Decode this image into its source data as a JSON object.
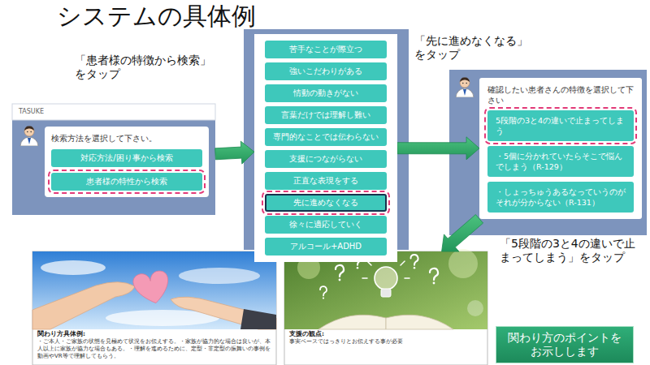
{
  "diagram": {
    "title": "システムの具体例",
    "nodes": [
      {
        "text": [
          "TASUKE"
        ]
      },
      {
        "text": [
          "検索方法を選択して下さい。"
        ],
        "in": 0
      },
      {
        "text": [
          "対応方法/困り事から検索"
        ],
        "in": 1
      },
      {
        "text": [
          "患者様の特性から検索"
        ],
        "in": 1
      },
      {
        "text": []
      },
      {
        "text": [
          "苦手なことが際立つ"
        ],
        "in": 4
      },
      {
        "text": [
          "強いこだわりがある"
        ],
        "in": 4
      },
      {
        "text": [
          "情動の動きがない"
        ],
        "in": 4
      },
      {
        "text": [
          "言葉だけでは理解し難い"
        ],
        "in": 4
      },
      {
        "text": [
          "専門的なことでは伝わらない"
        ],
        "in": 4
      },
      {
        "text": [
          "支援につながらない"
        ],
        "in": 4
      },
      {
        "text": [
          "正直な表現をする"
        ],
        "in": 4
      },
      {
        "text": [
          "先に進めなくなる"
        ],
        "in": 4
      },
      {
        "text": [
          "徐々に適応していく"
        ],
        "in": 4
      },
      {
        "text": [
          "アルコール+ADHD"
        ],
        "in": 4
      },
      {
        "text": [
          "確認したい患者さんの特徴を選択して下さい"
        ]
      },
      {
        "text": [
          "5段階の3と4の違いで止まってしまう"
        ],
        "in": 15
      },
      {
        "text": [
          "・5個に分かれていたらそこで悩んでしまう（R-129）"
        ],
        "in": 15
      },
      {
        "text": [
          "・しょっちゅうあるなっていうのがそれが分からない（R-131）"
        ],
        "in": 15
      },
      {
        "text": [
          "関わり方具体例:",
          "・ご本人・ご家族の状態を見極めて状況をお伝えする。・家族が協力的な場合は良いが、本人以上に家族が協力な場合もある。・理解を進めるために、定型・非定型の振舞いの事例を動画やVR等で理解してもらう。"
        ]
      },
      {
        "text": [
          "支援の観点:",
          "事実ベースではっきりとお伝えする事が必要"
        ]
      },
      {
        "text": [
          "関わり方のポイントを お示しします"
        ]
      }
    ],
    "edges": [
      {
        "from": 0,
        "to": 4,
        "arrow": "to"
      },
      {
        "from": 4,
        "to": 15,
        "arrow": "to"
      },
      {
        "from": 15,
        "to": 20,
        "arrow": "to"
      }
    ],
    "labels": [
      "「患者様の特徴から検索」をタップ",
      "「先に進めなくなる」をタップ",
      "「5段階の3と4の違いで止まってしまう」をタップ"
    ]
  }
}
